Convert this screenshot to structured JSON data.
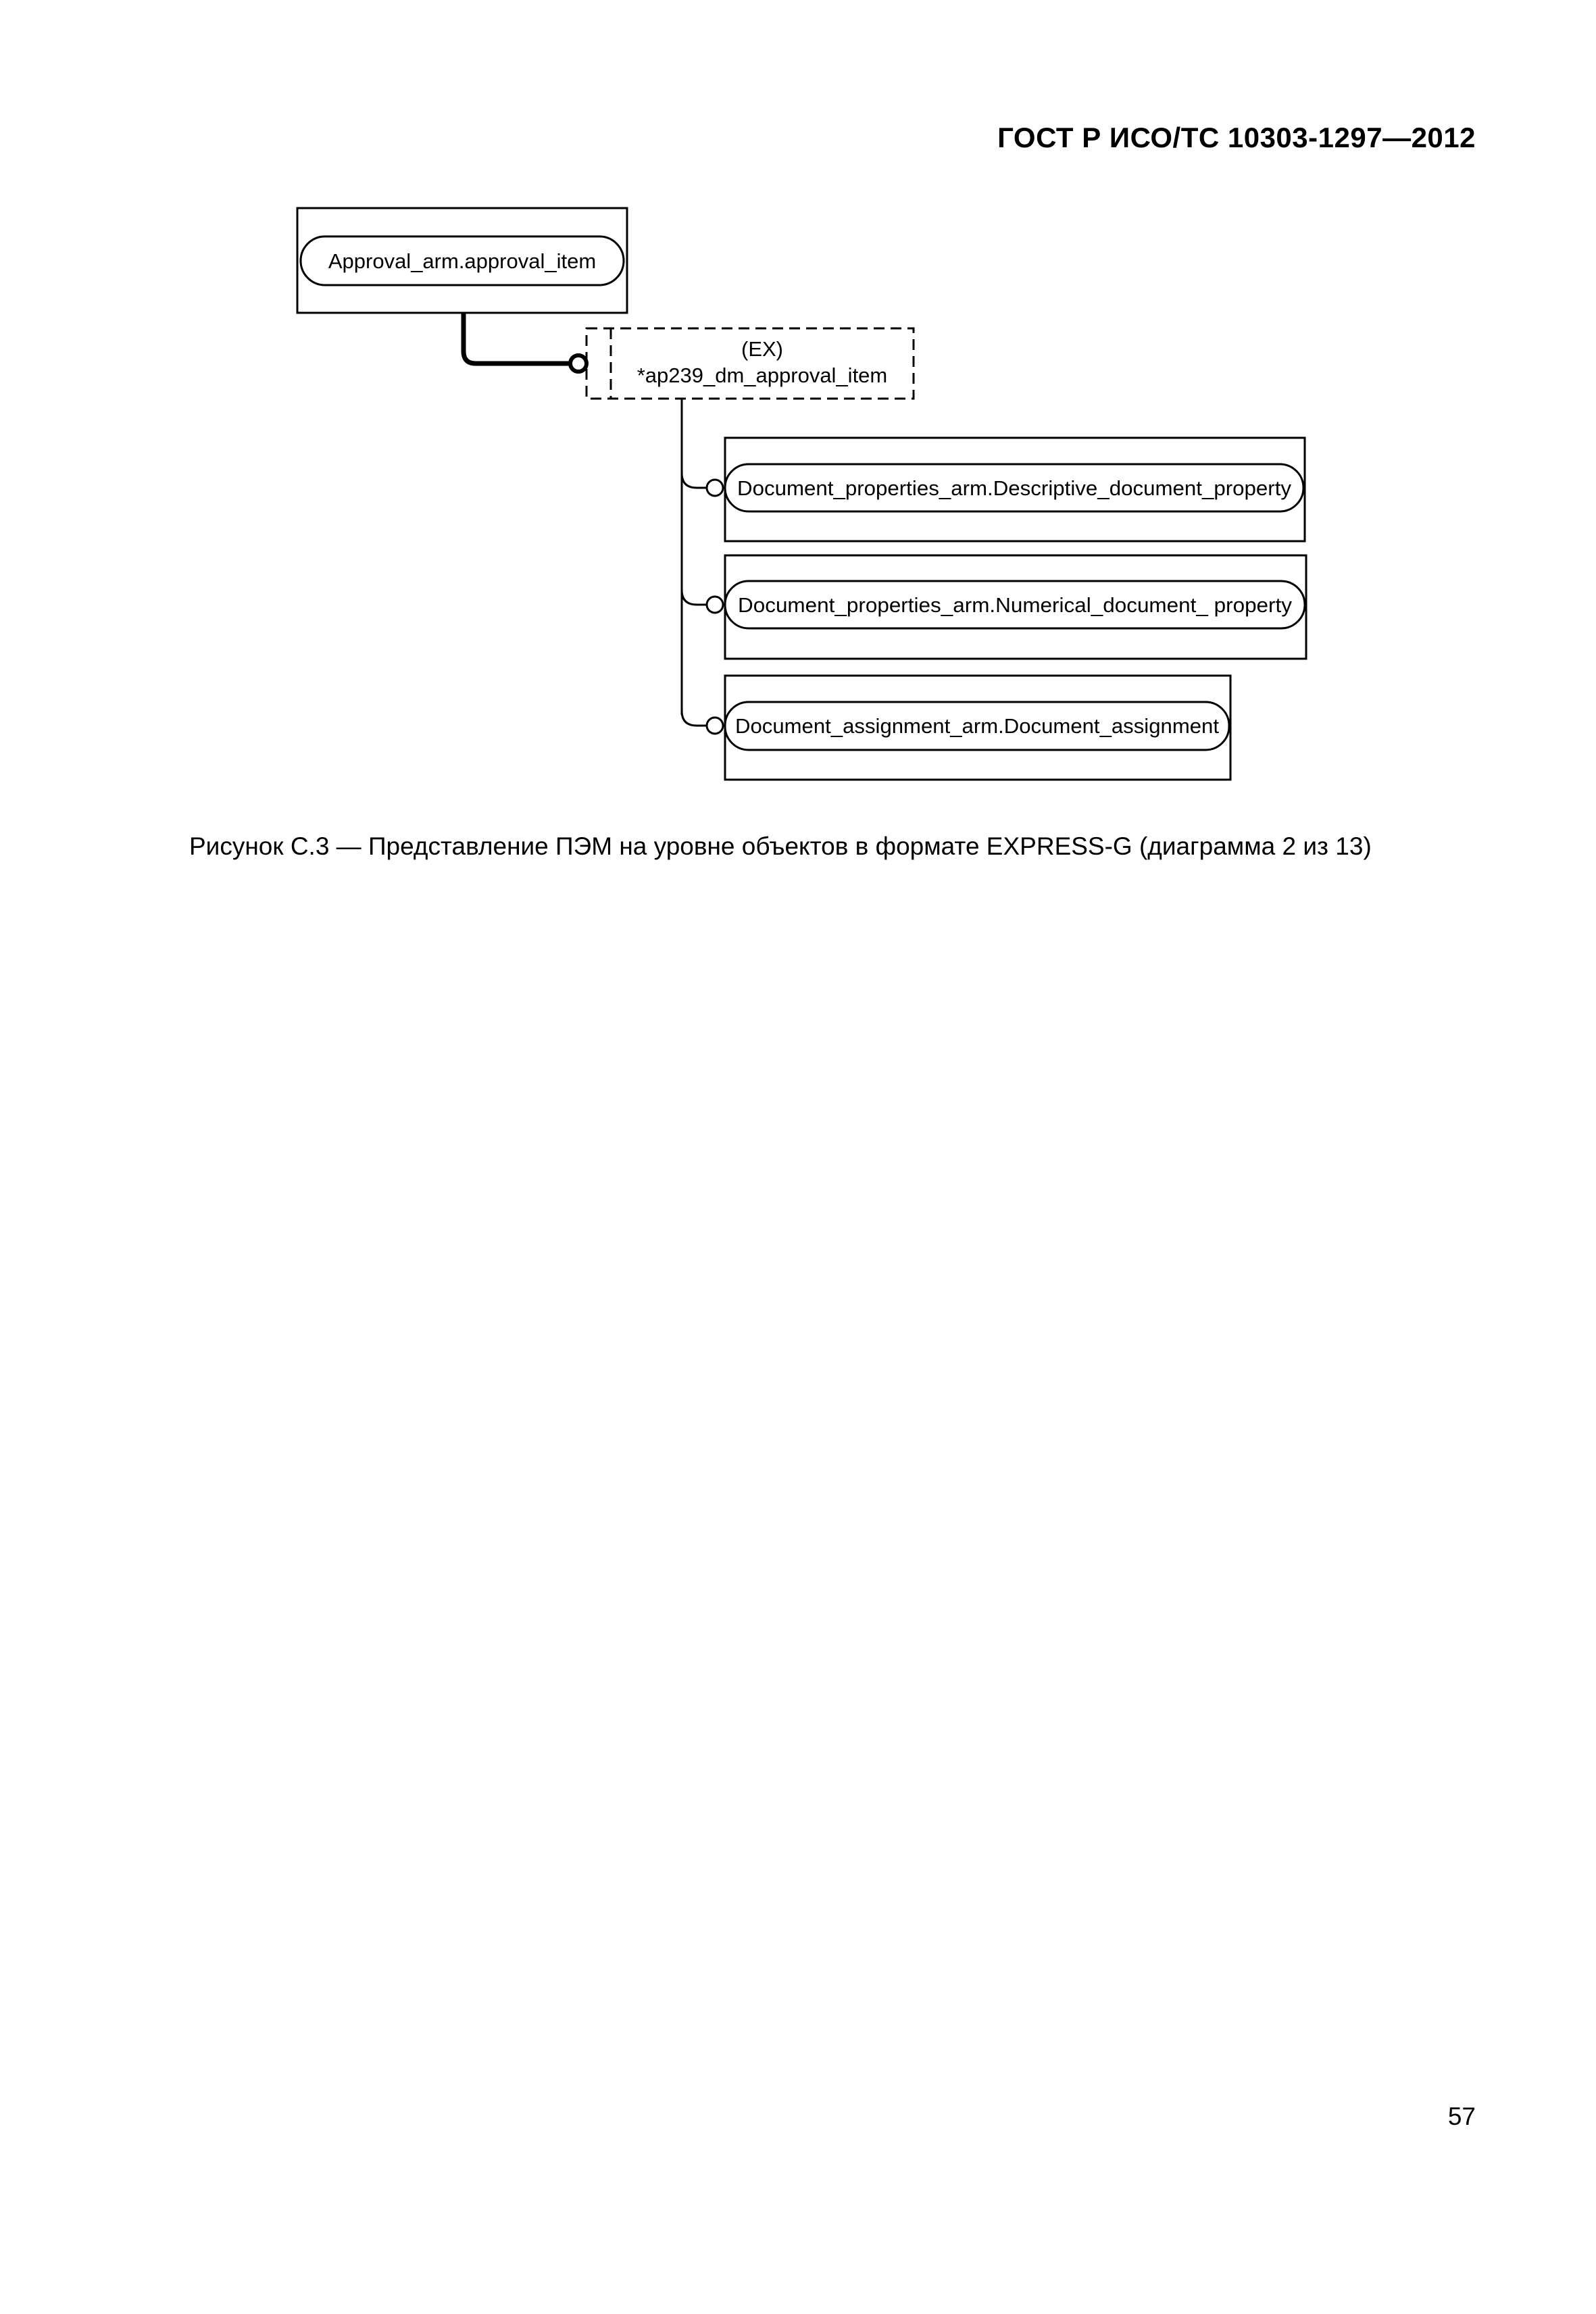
{
  "header": {
    "title": "ГОСТ Р ИСО/ТС 10303-1297—2012"
  },
  "diagram": {
    "root": {
      "label": "Approval_arm.approval_item"
    },
    "select": {
      "tag": "(EX)",
      "label": "*ap239_dm_approval_item"
    },
    "children": [
      {
        "label": "Document_properties_arm.Descriptive_document_property"
      },
      {
        "label": "Document_properties_arm.Numerical_document_ property"
      },
      {
        "label": "Document_assignment_arm.Document_assignment"
      }
    ]
  },
  "caption": "Рисунок  С.3 — Представление ПЭМ на уровне объектов в формате EXPRESS-G (диаграмма 2 из 13)",
  "page_number": "57"
}
